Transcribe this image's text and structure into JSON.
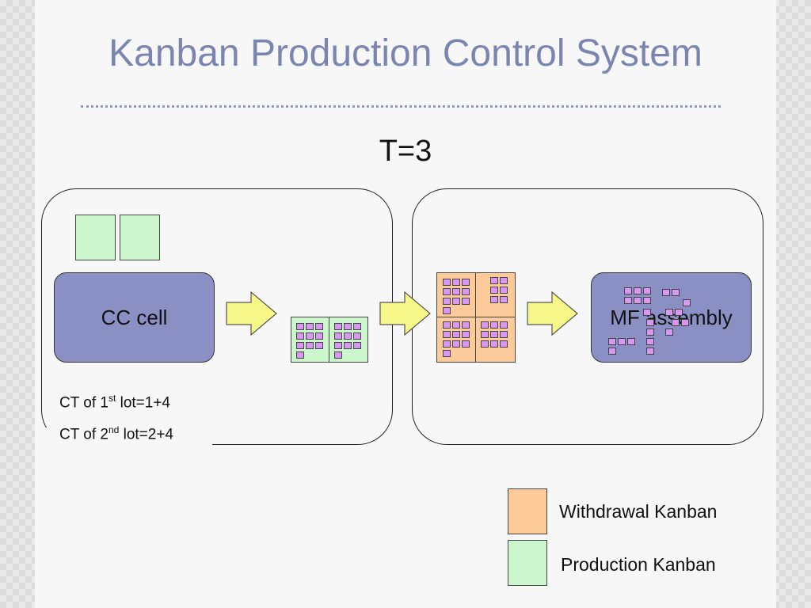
{
  "slide": {
    "title": "Kanban Production Control System",
    "time_label": "T=3"
  },
  "stations": {
    "cc_cell": "CC cell",
    "mf_assembly": "MF assembly"
  },
  "cycle_times": {
    "line1": {
      "prefix": "CT of 1",
      "sup": "st",
      "suffix": " lot=1+4"
    },
    "line2": {
      "prefix": "CT of 2",
      "sup": "nd",
      "suffix": " lot=2+4"
    }
  },
  "legend": {
    "withdrawal": "Withdrawal Kanban",
    "production": "Production Kanban"
  },
  "colors": {
    "title": "#7a86b0",
    "station_fill": "#8b90c4",
    "withdrawal_kanban": "#fccb99",
    "production_kanban": "#ccf7cc",
    "arrow_fill": "#f7f789",
    "part": "#d897f2"
  }
}
